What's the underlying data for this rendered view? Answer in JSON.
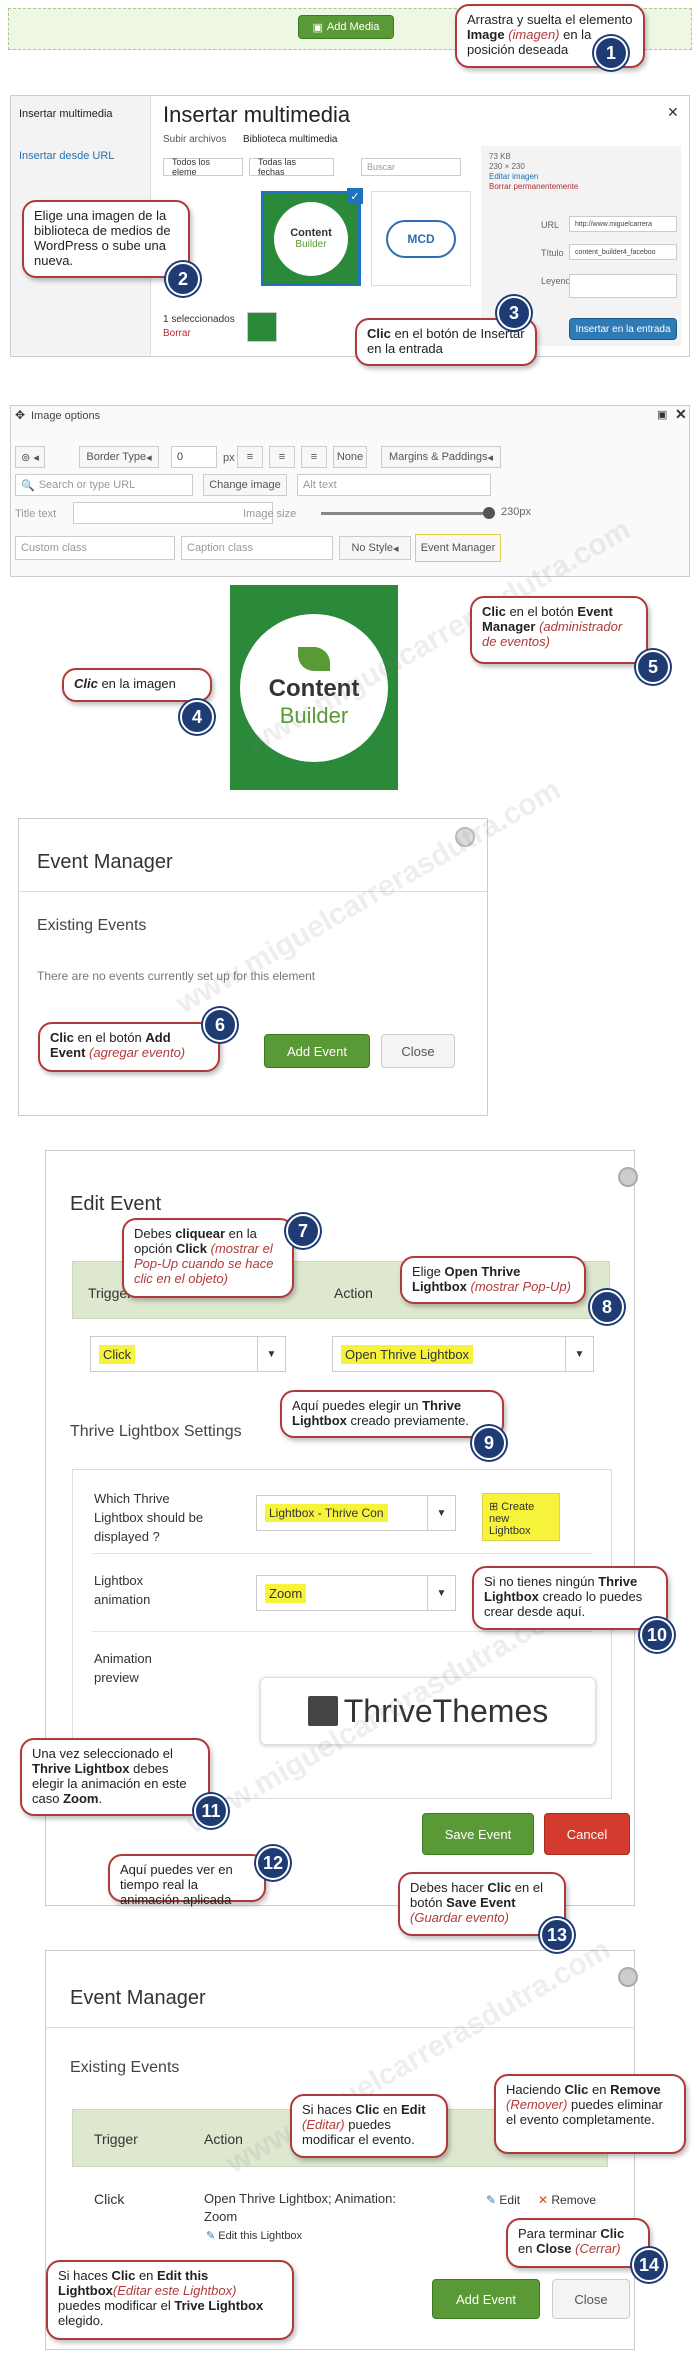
{
  "s1": {
    "add_media": "Add Media",
    "c1_pre": "Arrastra y suelta el elemento ",
    "c1_b": "Image",
    "c1_red": "(imagen)",
    "c1_post": " en la posición deseada",
    "n1": "1"
  },
  "media": {
    "side_insert": "Insertar multimedia",
    "side_url": "Insertar desde URL",
    "title": "Insertar multimedia",
    "tab_upload": "Subir archivos",
    "tab_library": "Biblioteca multimedia",
    "filter1": "Todos los eleme",
    "filter2": "Todas las fechas",
    "search": "Buscar",
    "meta1": "73 KB",
    "meta2": "230 × 230",
    "meta3": "Editar imagen",
    "meta4": "Borrar permanentemente",
    "url_label": "URL",
    "url_val": "http://www.miguelcarrera",
    "title_label": "Título",
    "title_val": "content_builder4_faceboo",
    "caption_label": "Leyenda",
    "selected": "1 seleccionados",
    "delete": "Borrar",
    "insert_btn": "Insertar en la entrada",
    "mcd": "MCD",
    "c2": "Elige una imagen de la biblioteca de medios de WordPress o sube una nueva.",
    "n2": "2",
    "c3_b": "Clic",
    "c3": " en el botón de Insertar en la entrada",
    "n3": "3"
  },
  "logo": {
    "line1": "Content",
    "line2": "Builder",
    "num": "4"
  },
  "imgopt": {
    "title": "Image options",
    "border": "Border Type",
    "border_val": "0",
    "px": "px",
    "none": "None",
    "margins": "Margins & Paddings",
    "search_url": "Search or type URL",
    "change": "Change image",
    "alt": "Alt text",
    "titletext": "Title text",
    "imgsize": "Image size",
    "size_val": "230px",
    "custom": "Custom class",
    "caption": "Caption class",
    "nostyle": "No Style",
    "event_mgr": "Event Manager"
  },
  "c4": {
    "b": "Clic",
    "t": " en la imagen",
    "n": "4"
  },
  "c5": {
    "b1": "Clic",
    "t1": " en el botón ",
    "b2": "Event Manager",
    "red": "(administrador de eventos)",
    "n": "5"
  },
  "em1": {
    "title": "Event Manager",
    "existing": "Existing Events",
    "none": "There are no events currently set up for this element",
    "add": "Add Event",
    "close": "Close",
    "c_b1": "Clic",
    "c_t1": " en el botón ",
    "c_b2": "Add Event",
    "c_red": "(agregar evento)",
    "n": "6"
  },
  "ee": {
    "title": "Edit Event",
    "trigger": "Trigger",
    "action": "Action",
    "click": "Click",
    "open": "Open Thrive Lightbox",
    "settings": "Thrive Lightbox Settings",
    "which": "Which Thrive Lightbox should be displayed ?",
    "lb_val": "Lightbox - Thrive Con",
    "create": "Create new Lightbox",
    "anim": "Lightbox animation",
    "zoom": "Zoom",
    "preview": "Animation preview",
    "save": "Save Event",
    "cancel": "Cancel",
    "tt": "ThriveThemes"
  },
  "c7": {
    "t1": "Debes ",
    "b1": "cliquear",
    "t2": " en la opción ",
    "b2": "Click",
    "red": "(mostrar el Pop-Up cuando se hace clic en el objeto)",
    "n": "7"
  },
  "c8": {
    "t1": "Elige ",
    "b1": "Open Thrive Lightbox",
    "red": "(mostrar Pop-Up)",
    "n": "8"
  },
  "c9": {
    "t1": "Aquí puedes elegir un ",
    "b1": "Thrive Lightbox",
    "t2": " creado previamente.",
    "n": "9"
  },
  "c10": {
    "t1": "Si no tienes ningún ",
    "b1": "Thrive Lightbox",
    "t2": " creado lo puedes crear desde aquí.",
    "n": "10"
  },
  "c11": {
    "t1": "Una vez seleccionado el ",
    "b1": "Thrive Lightbox",
    "t2": " debes elegir la animación en este caso ",
    "b2": "Zoom",
    "t3": ".",
    "n": "11"
  },
  "c12": {
    "t1": "Aquí puedes ver en tiempo real la animación aplicada",
    "n": "12"
  },
  "c13": {
    "t1": "Debes hacer ",
    "b1": "Clic",
    "t2": " en el botón ",
    "b2": "Save Event",
    "red": "(Guardar evento)",
    "n": "13"
  },
  "em2": {
    "title": "Event Manager",
    "existing": "Existing Events",
    "trigger": "Trigger",
    "action": "Action",
    "click": "Click",
    "act1": "Open Thrive Lightbox; Animation:",
    "act2": "Zoom",
    "edit_lb": "Edit this Lightbox",
    "edit": "Edit",
    "remove": "Remove",
    "add": "Add Event",
    "close": "Close"
  },
  "c_edit": {
    "t1": "Si haces ",
    "b1": "Clic",
    "t2": " en ",
    "b2": "Edit",
    "red": "(Editar)",
    "t3": " puedes modificar el evento."
  },
  "c_remove": {
    "t1": "Haciendo ",
    "b1": "Clic",
    "t2": " en ",
    "b2": "Remove",
    "red": "(Remover)",
    "t3": " puedes eliminar el evento completamente."
  },
  "c14": {
    "t1": "Para terminar ",
    "b1": "Clic",
    "t2": " en ",
    "b2": "Close",
    "red": "(Cerrar)",
    "n": "14"
  },
  "c_editlb": {
    "t1": "Si haces ",
    "b1": "Clic",
    "t2": " en ",
    "b2": "Edit this Lightbox",
    "red": "(Editar este Lightbox)",
    "t3": " puedes modificar el ",
    "b3": "Trive Lightbox",
    "t4": " elegido."
  },
  "watermark": "www.miguelcarrerasdutra.com"
}
